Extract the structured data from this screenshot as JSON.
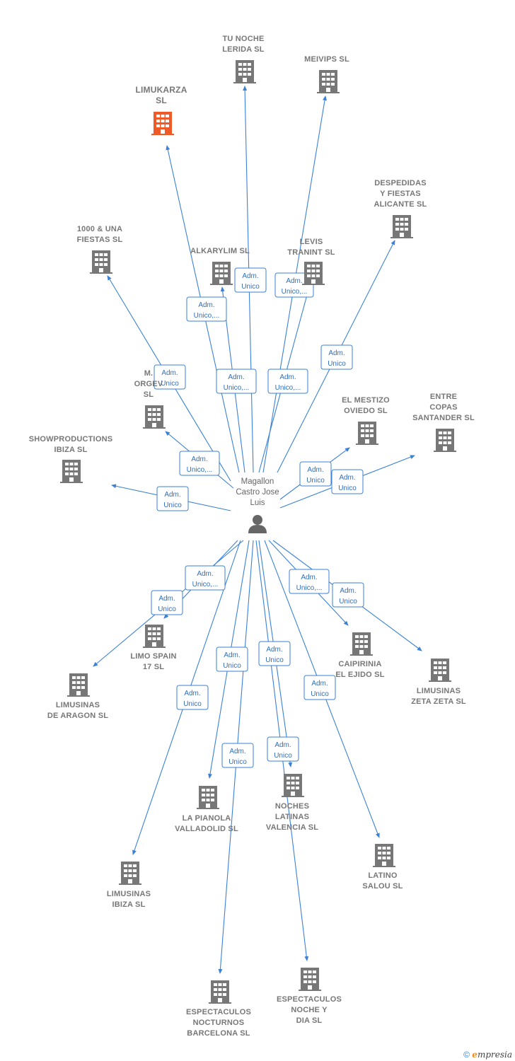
{
  "center": {
    "label_lines": [
      "Magallon",
      "Castro Jose",
      "Luis"
    ]
  },
  "colors": {
    "edge": "#3b82d6",
    "building": "#777777",
    "highlight": "#f05a28",
    "person": "#666666"
  },
  "nodes": [
    {
      "id": "tu-noche-lerida",
      "lines": [
        "TU NOCHE",
        "LERIDA SL"
      ],
      "edge": [
        "Adm.",
        "Unico"
      ]
    },
    {
      "id": "meivips",
      "lines": [
        "MEIVIPS  SL"
      ],
      "edge": [
        "Adm.",
        "Unico,..."
      ]
    },
    {
      "id": "limukarza",
      "lines": [
        "LIMUKARZA",
        "SL"
      ],
      "highlight": true,
      "edge": [
        "Adm.",
        "Unico,..."
      ]
    },
    {
      "id": "despedidas",
      "lines": [
        "DESPEDIDAS",
        "Y FIESTAS",
        "ALICANTE SL"
      ],
      "edge": [
        "Adm.",
        "Unico"
      ]
    },
    {
      "id": "1000-fiestas",
      "lines": [
        "1000 & UNA",
        "FIESTAS SL"
      ],
      "edge": [
        "Adm.",
        "Unico"
      ]
    },
    {
      "id": "alkarylim",
      "lines": [
        "ALKARYLIM  SL"
      ],
      "edge": [
        "Adm.",
        "Unico,..."
      ]
    },
    {
      "id": "levis-tranint",
      "lines": [
        "LEVIS",
        "TRANINT  SL"
      ],
      "edge": [
        "Adm.",
        "Unico,..."
      ]
    },
    {
      "id": "m-orgev",
      "lines": [
        "M.",
        "ORGEV",
        "SL"
      ],
      "edge": [
        "Adm.",
        "Unico,..."
      ]
    },
    {
      "id": "el-mestizo",
      "lines": [
        "EL MESTIZO",
        "OVIEDO SL"
      ],
      "edge": [
        "Adm.",
        "Unico"
      ]
    },
    {
      "id": "entre-copas",
      "lines": [
        "ENTRE",
        "COPAS",
        "SANTANDER SL"
      ],
      "edge": [
        "Adm.",
        "Unico"
      ]
    },
    {
      "id": "showproductions",
      "lines": [
        "SHOWPRODUCTIONS",
        "IBIZA SL"
      ],
      "edge": [
        "Adm.",
        "Unico"
      ]
    },
    {
      "id": "limo-spain",
      "lines": [
        "LIMO SPAIN",
        "17  SL"
      ],
      "edge": [
        "Adm.",
        "Unico"
      ]
    },
    {
      "id": "limusinas-aragon",
      "lines": [
        "LIMUSINAS",
        "DE ARAGON SL"
      ],
      "edge": [
        "Adm.",
        "Unico,..."
      ]
    },
    {
      "id": "caipirinia",
      "lines": [
        "CAIPIRINIA",
        "EL EJIDO SL"
      ],
      "edge": [
        "Adm.",
        "Unico,..."
      ]
    },
    {
      "id": "limusinas-zeta",
      "lines": [
        "LIMUSINAS",
        "ZETA ZETA SL"
      ],
      "edge": [
        "Adm.",
        "Unico"
      ]
    },
    {
      "id": "la-pianola",
      "lines": [
        "LA PIANOLA",
        "VALLADOLID SL"
      ],
      "edge": [
        "Adm.",
        "Unico"
      ]
    },
    {
      "id": "noches-latinas",
      "lines": [
        "NOCHES",
        "LATINAS",
        "VALENCIA SL"
      ],
      "edge": [
        "Adm.",
        "Unico"
      ]
    },
    {
      "id": "limusinas-ibiza",
      "lines": [
        "LIMUSINAS",
        "IBIZA  SL"
      ],
      "edge": [
        "Adm.",
        "Unico"
      ]
    },
    {
      "id": "latino-salou",
      "lines": [
        "LATINO",
        "SALOU SL"
      ],
      "edge": [
        "Adm.",
        "Unico"
      ]
    },
    {
      "id": "espectaculos-barcelona",
      "lines": [
        "ESPECTACULOS",
        "NOCTURNOS",
        "BARCELONA SL"
      ],
      "edge": [
        "Adm.",
        "Unico"
      ]
    },
    {
      "id": "espectaculos-dia",
      "lines": [
        "ESPECTACULOS",
        "NOCHE Y",
        "DIA SL"
      ],
      "edge": [
        "Adm.",
        "Unico"
      ]
    }
  ],
  "footer": {
    "copyright": "©",
    "brand_e": "e",
    "brand_rest": "mpresia"
  }
}
